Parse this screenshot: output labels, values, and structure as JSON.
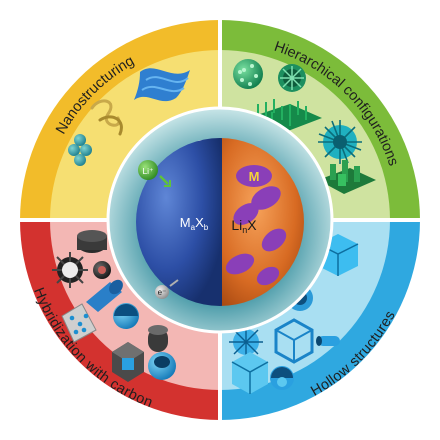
{
  "center": {
    "title": "CTAMs",
    "left_formula": {
      "main": "M",
      "sub1": "a",
      "mid": "X",
      "sub2": "b"
    },
    "right_formula": {
      "main": "Li",
      "sub1": "n",
      "mid": "X"
    },
    "metal_label": "M",
    "li_ion_label": "Li⁺",
    "electron_label": "e⁻"
  },
  "quadrants": [
    {
      "id": "nanostructuring",
      "label": "Nanostructuring",
      "color": "#f6df72"
    },
    {
      "id": "hierarchical",
      "label": "Hierarchical configurations",
      "color": "#cfe3a0"
    },
    {
      "id": "hybridization",
      "label": "Hybridization with carbon",
      "color": "#f3b7b4"
    },
    {
      "id": "hollow",
      "label": "Hollow structures",
      "color": "#a9dff2"
    }
  ],
  "band_colors": {
    "nanostructuring": "#f2bc2a",
    "hierarchical": "#7cbc3a",
    "hybridization": "#d3322f",
    "hollow": "#2fa8e0"
  }
}
